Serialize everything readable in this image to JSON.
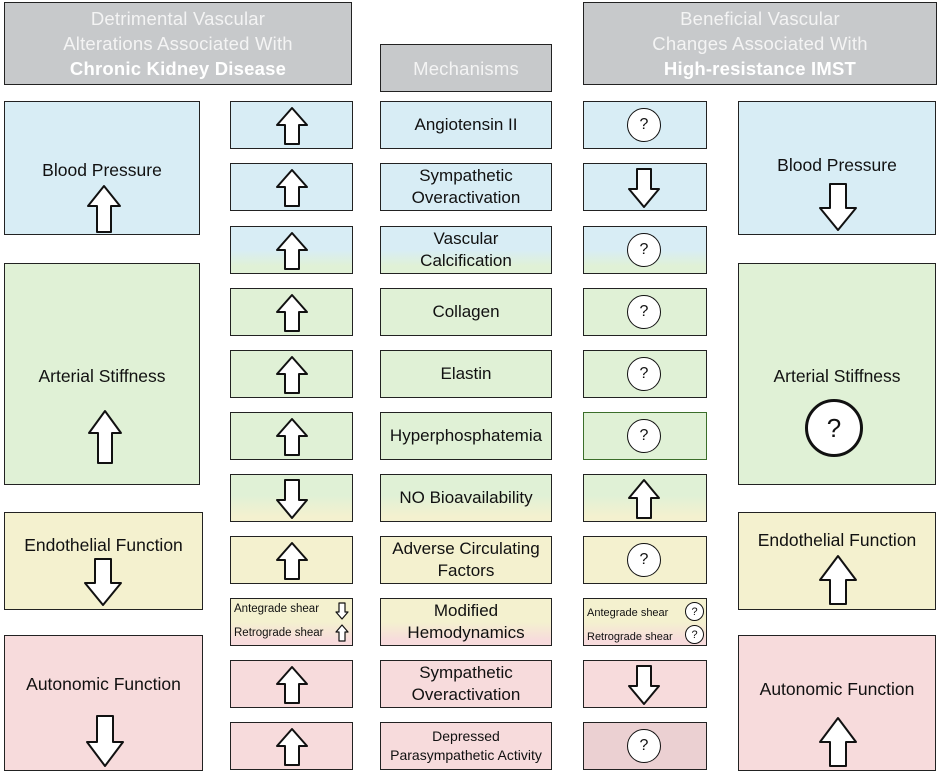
{
  "headers": {
    "left_line1": "Detrimental Vascular",
    "left_line2": "Alterations Associated With",
    "left_line3": "Chronic Kidney Disease",
    "middle": "Mechanisms",
    "right_line1": "Beneficial Vascular",
    "right_line2": "Changes Associated With",
    "right_line3": "High-resistance IMST"
  },
  "left_outcomes": {
    "blood_pressure": "Blood Pressure",
    "arterial_stiffness": "Arterial Stiffness",
    "endothelial_function": "Endothelial Function",
    "autonomic_function": "Autonomic Function"
  },
  "right_outcomes": {
    "blood_pressure": "Blood Pressure",
    "arterial_stiffness": "Arterial Stiffness",
    "arterial_stiffness_q": "?",
    "endothelial_function": "Endothelial Function",
    "autonomic_function": "Autonomic Function"
  },
  "mechanisms": [
    {
      "line1": "Angiotensin II",
      "line2": ""
    },
    {
      "line1": "Sympathetic",
      "line2": "Overactivation"
    },
    {
      "line1": "Vascular",
      "line2": "Calcification"
    },
    {
      "line1": "Collagen",
      "line2": ""
    },
    {
      "line1": "Elastin",
      "line2": ""
    },
    {
      "line1": "Hyperphosphatemia",
      "line2": ""
    },
    {
      "line1": "NO Bioavailability",
      "line2": ""
    },
    {
      "line1": "Adverse Circulating",
      "line2": "Factors"
    },
    {
      "line1": "Modified",
      "line2": "Hemodynamics"
    },
    {
      "line1": "Sympathetic",
      "line2": "Overactivation"
    },
    {
      "line1": "Depressed",
      "line2": "Parasympathetic Activity"
    }
  ],
  "ckd_direction": [
    "up",
    "up",
    "up",
    "up",
    "up",
    "up",
    "down",
    "up",
    "shear",
    "up",
    "up"
  ],
  "imst_effect": [
    "?",
    "down",
    "?",
    "?",
    "?",
    "?",
    "up",
    "?",
    "shear",
    "down",
    "?"
  ],
  "shear": {
    "antegrade": "Antegrade shear",
    "retrograde": "Retrograde shear",
    "q": "?"
  },
  "question_mark": "?",
  "colors": {
    "header_gray": "#c7c9cb",
    "blue": "#d8edf5",
    "green": "#e0f1d6",
    "yellow": "#f4f1cf",
    "pink": "#f7dbdc"
  }
}
